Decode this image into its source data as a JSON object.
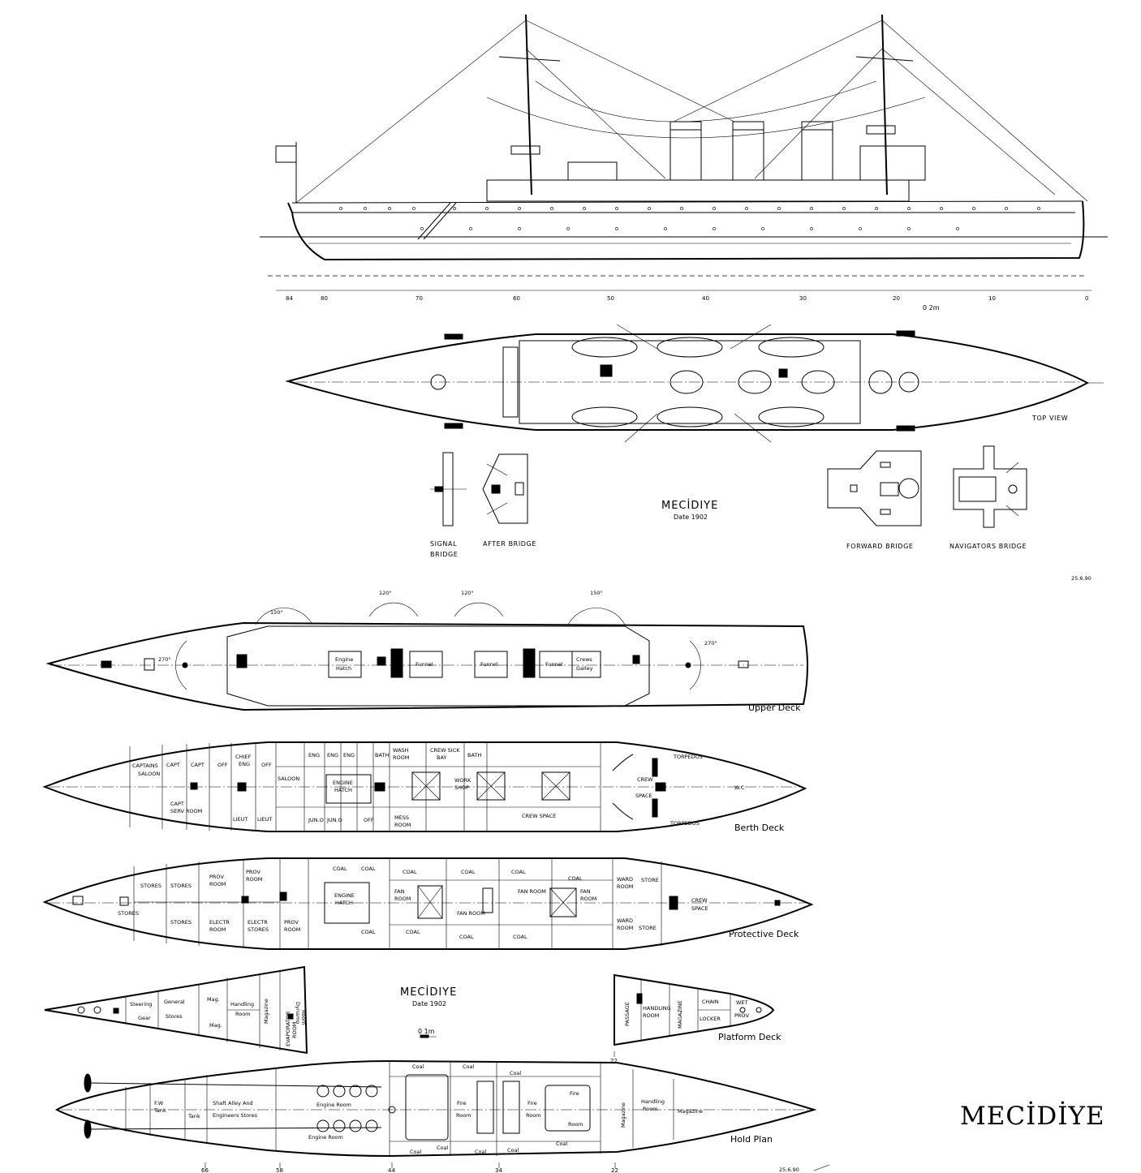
{
  "profile": {
    "frame_marks": [
      "84",
      "80",
      "70",
      "60",
      "50",
      "40",
      "30",
      "20",
      "10",
      "0"
    ],
    "scale_label": "0   2m"
  },
  "top_view": {
    "caption": "TOP VIEW"
  },
  "bridges": {
    "signal_bridge": [
      "SIGNAL",
      "BRIDGE"
    ],
    "after_bridge": "AFTER BRIDGE",
    "forward_bridge": "FORWARD BRIDGE",
    "navigators_bridge": "NAVIGATORS BRIDGE"
  },
  "title_block_1": {
    "name": "MECİDIYE",
    "date": "Date 1902"
  },
  "draw_date_1": "25.6.90",
  "upper_deck": {
    "name": "Upper Deck",
    "arcs": [
      "150°",
      "120°",
      "120°",
      "150°",
      "270°",
      "270°"
    ],
    "rooms": [
      "Engine",
      "Hatch",
      "Funnel",
      "Funnel",
      "Funnel",
      "Crews",
      "Galley"
    ]
  },
  "berth_deck": {
    "name": "Berth Deck",
    "rooms": [
      "CAPTAINS",
      "SALOON",
      "CAPT",
      "CAPT",
      "OFF",
      "CHIEF",
      "ENG",
      "OFF",
      "SALOON",
      "CAPT",
      "SERV ROOM",
      "LIEUT",
      "LIEUT",
      "ENG",
      "ENG",
      "ENG",
      "BATH",
      "WASH",
      "ROOM",
      "CREW SICK",
      "BAY",
      "BATH",
      "ENGINE",
      "HATCH",
      "WORK",
      "SHOP",
      "CREW SPACE",
      "CREW",
      "SPACE",
      "TORPEDOS",
      "TORPEDOS",
      "W.C",
      "MESS",
      "ROOM",
      "JUN.O",
      "JUN.O",
      "OFF"
    ]
  },
  "protective_deck": {
    "name": "Protective Deck",
    "rooms": [
      "STORES",
      "STORES",
      "STORES",
      "STORES",
      "PROV",
      "ROOM",
      "PROV",
      "ROOM",
      "ELECTR",
      "ROOM",
      "ELECTR",
      "STORES",
      "PROV",
      "ROOM",
      "COAL",
      "COAL",
      "COAL",
      "COAL",
      "COAL",
      "COAL",
      "COAL",
      "COAL",
      "COAL",
      "COAL",
      "ENGINE",
      "HATCH",
      "FAN",
      "ROOM",
      "FAN ROOM",
      "FAN ROOM",
      "FAN",
      "ROOM",
      "WARD",
      "ROOM",
      "STORE",
      "WARD",
      "ROOM",
      "STORE",
      "CREW",
      "SPACE"
    ]
  },
  "title_block_2": {
    "name": "MECİDIYE",
    "date": "Date 1902",
    "scale": "0    1m"
  },
  "platform_aft": {
    "rooms": [
      "Steering",
      "Gear",
      "General",
      "Stores",
      "Mag.",
      "Mag.",
      "Handling",
      "Room",
      "Magazine",
      "EVAPORATOR",
      "ROOM",
      "Dynamo",
      "Room"
    ]
  },
  "platform_deck": {
    "name": "Platform Deck",
    "frame": "22",
    "rooms": [
      "PASSAGE",
      "HANDLING",
      "ROOM",
      "MAGAZINE",
      "CHAIN",
      "LOCKER",
      "WET",
      "PROV"
    ]
  },
  "hold_plan": {
    "name": "Hold Plan",
    "rooms": [
      "F.W",
      "Tank",
      "Tank",
      "Shaft Alley And",
      "Engineers Stores",
      "Engine Room",
      "Engine Room",
      "Coal",
      "Coal",
      "Coal",
      "Coal",
      "Coal",
      "Coal",
      "Coal",
      "Coal",
      "Fire",
      "Room",
      "Fire",
      "Room",
      "Fire",
      "Room",
      "Magazine",
      "Handling",
      "Room",
      "Magazine"
    ],
    "frame_marks": [
      "66",
      "58",
      "44",
      "34",
      "22"
    ]
  },
  "draw_date_2": "25.6.90",
  "big_title": "MECİDİYE"
}
